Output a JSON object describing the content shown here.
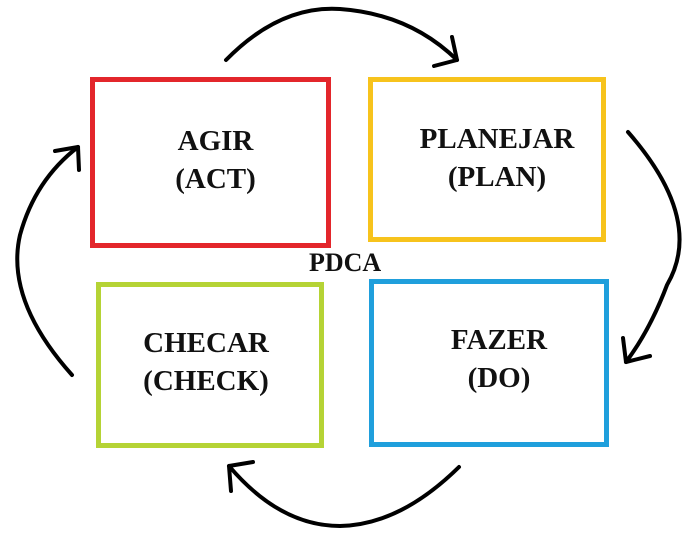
{
  "title": "PDCA",
  "colors": {
    "act": "#e3262b",
    "plan": "#f7c31c",
    "do": "#1f9fdc",
    "check": "#b5d335",
    "arrow": "#000000"
  },
  "boxes": {
    "act": {
      "line1": "AGIR",
      "line2": "(ACT)"
    },
    "plan": {
      "line1": "PLANEJAR",
      "line2": "(PLAN)"
    },
    "do": {
      "line1": "FAZER",
      "line2": "(DO)"
    },
    "check": {
      "line1": "CHECAR",
      "line2": "(CHECK)"
    }
  },
  "icons": [
    "arrow-top-icon",
    "arrow-right-icon",
    "arrow-bottom-icon",
    "arrow-left-icon"
  ]
}
